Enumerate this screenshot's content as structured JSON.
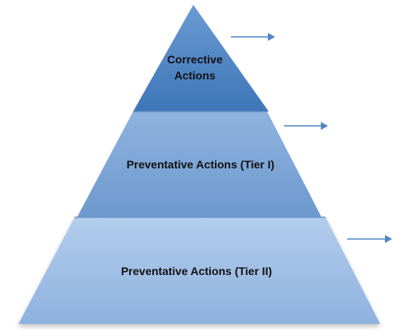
{
  "pyramid": {
    "tiers": [
      {
        "label": "Corrective\nActions",
        "color_top": "#5b8fcc",
        "color_bottom": "#3f77b8"
      },
      {
        "label": "Preventative Actions (Tier I)",
        "color_top": "#8ab0dc",
        "color_bottom": "#6f9bd0"
      },
      {
        "label": "Preventative Actions (Tier II)",
        "color_top": "#afc9ea",
        "color_bottom": "#8fb3e0"
      }
    ],
    "arrow_color": "#4f86c6"
  }
}
